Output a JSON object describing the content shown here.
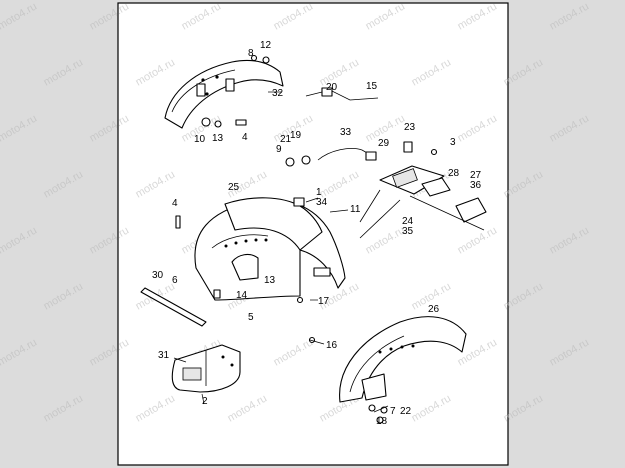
{
  "diagram": {
    "watermark_text": "moto4.ru",
    "callouts": [
      "1",
      "2",
      "3",
      "4",
      "5",
      "6",
      "7",
      "8",
      "9",
      "10",
      "11",
      "12",
      "13",
      "14",
      "15",
      "16",
      "17",
      "18",
      "19",
      "20",
      "21",
      "22",
      "23",
      "24",
      "25",
      "26",
      "27",
      "28",
      "29",
      "30",
      "31",
      "32",
      "33",
      "34",
      "35",
      "36"
    ]
  }
}
